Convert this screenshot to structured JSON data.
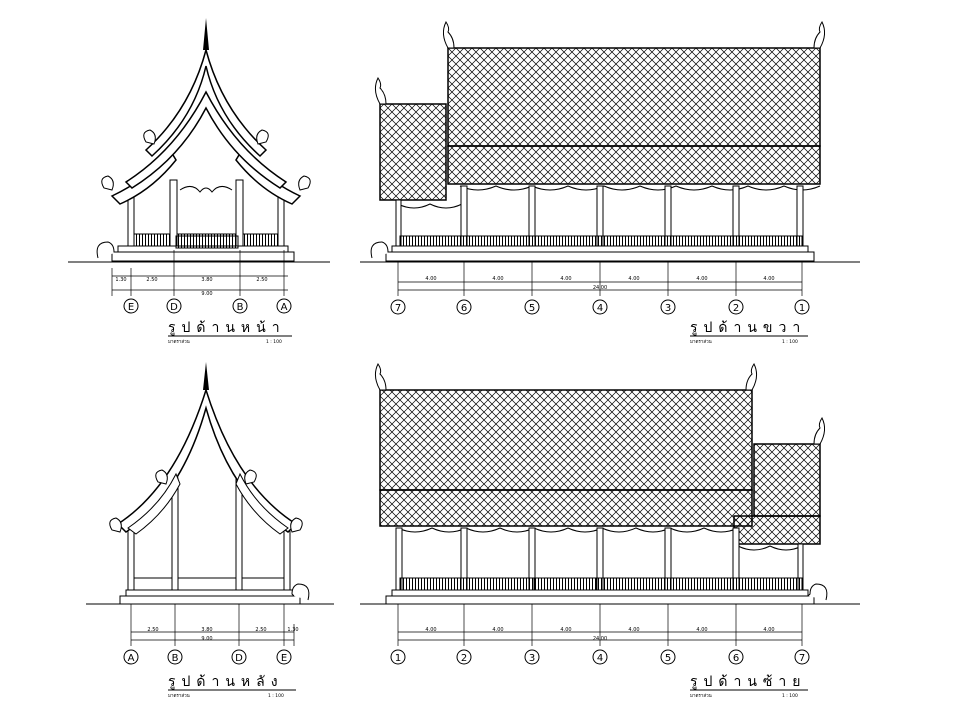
{
  "sheet": {
    "views": [
      {
        "id": "front",
        "title": "รูปด้านหน้า",
        "caption": "มาตราส่วน",
        "scale": "1 : 100",
        "dims": [
          "1.30",
          "2.50",
          "3.80",
          "2.50"
        ],
        "total": "9.00",
        "grid": [
          "E",
          "D",
          "B",
          "A"
        ]
      },
      {
        "id": "right",
        "title": "รูปด้านขวา",
        "caption": "มาตราส่วน",
        "scale": "1 : 100",
        "dims": [
          "4.00",
          "4.00",
          "4.00",
          "4.00",
          "4.00",
          "4.00"
        ],
        "total": "24.00",
        "grid": [
          "7",
          "6",
          "5",
          "4",
          "3",
          "2",
          "1"
        ]
      },
      {
        "id": "rear",
        "title": "รูปด้านหลัง",
        "caption": "มาตราส่วน",
        "scale": "1 : 100",
        "dims": [
          "2.50",
          "3.80",
          "2.50",
          "1.30"
        ],
        "total": "9.00",
        "grid": [
          "A",
          "B",
          "D",
          "E"
        ]
      },
      {
        "id": "left",
        "title": "รูปด้านซ้าย",
        "caption": "มาตราส่วน",
        "scale": "1 : 100",
        "dims": [
          "4.00",
          "4.00",
          "4.00",
          "4.00",
          "4.00",
          "4.00"
        ],
        "total": "24.00",
        "grid": [
          "1",
          "2",
          "3",
          "4",
          "5",
          "6",
          "7"
        ]
      }
    ]
  }
}
